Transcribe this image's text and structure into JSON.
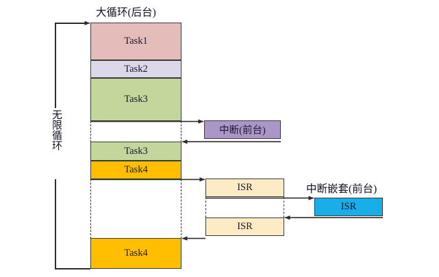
{
  "diagram": {
    "title_main": "大循环(后台)",
    "title_interrupt": "中断(前台)",
    "title_nested": "中断嵌套(前台)",
    "loop_label": "无限循环",
    "colors": {
      "task1": "#E4BCBA",
      "task2": "#DCD7E9",
      "task3": "#C3D69B",
      "task4": "#FFBF00",
      "interrupt": "#AA96C8",
      "isr": "#FCEBC4",
      "nested_isr": "#18AEE8",
      "stroke": "#3a3a3a",
      "line": "#2b2b2b"
    },
    "background_tasks": [
      {
        "label": "Task1",
        "color_key": "task1"
      },
      {
        "label": "Task2",
        "color_key": "task2"
      },
      {
        "label": "Task3",
        "color_key": "task3"
      },
      {
        "label": "Task3",
        "color_key": "task3"
      },
      {
        "label": "Task4",
        "color_key": "task4"
      },
      {
        "label": "Task4",
        "color_key": "task4"
      }
    ],
    "foreground_interrupt": {
      "label": "中断(前台)",
      "color_key": "interrupt"
    },
    "isr_blocks": [
      {
        "label": "ISR",
        "color_key": "isr"
      },
      {
        "label": "ISR",
        "color_key": "isr"
      }
    ],
    "nested_isr_block": {
      "label": "ISR",
      "color_key": "nested_isr"
    }
  }
}
